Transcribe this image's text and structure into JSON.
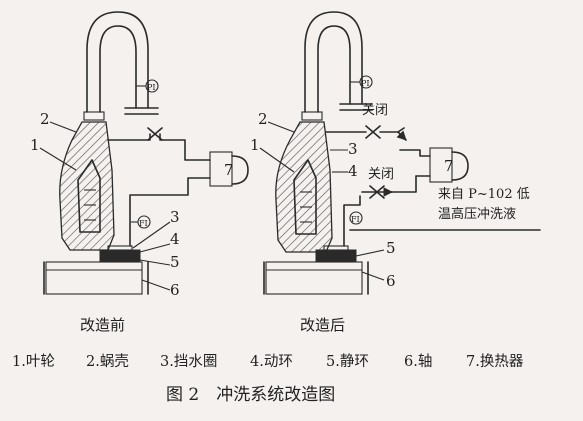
{
  "left_diagram": {
    "caption": "改造前",
    "part_numbers": [
      "2",
      "1",
      "3",
      "4",
      "5",
      "6"
    ],
    "instrument_labels": {
      "gauge_top": "PI",
      "gauge_mid": "FI",
      "cooler": "7"
    }
  },
  "right_diagram": {
    "caption": "改造后",
    "part_numbers": [
      "2",
      "1",
      "3",
      "4",
      "5",
      "6"
    ],
    "instrument_labels": {
      "gauge_top": "PI",
      "gauge_mid": "FI",
      "cooler": "7"
    },
    "valve_label_top": "关闭",
    "valve_label_mid": "关闭",
    "source_note_line1": "来自 P~102 低",
    "source_note_line2": "温高压冲洗液"
  },
  "legend": {
    "items": [
      "1.叶轮",
      "2.蜗壳",
      "3.挡水圈",
      "4.动环",
      "5.静环",
      "6.轴",
      "7.换热器"
    ]
  },
  "figure_title": "图 2　冲洗系统改造图"
}
